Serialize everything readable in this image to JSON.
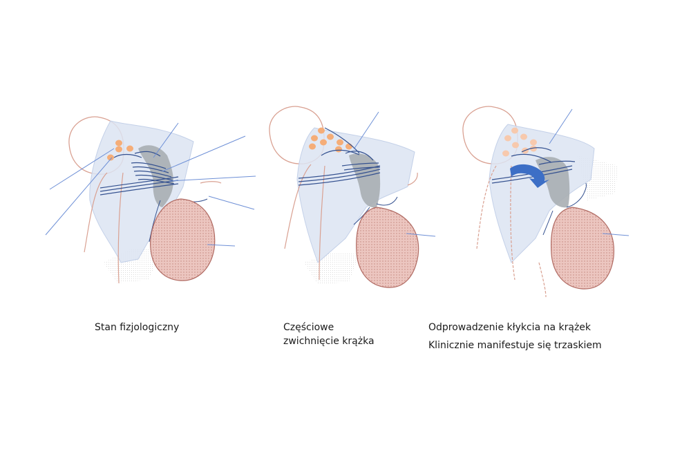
{
  "diagram": {
    "panels": [
      {
        "id": "physiological",
        "caption_lines": [
          "Stan fizjologiczny"
        ]
      },
      {
        "id": "partial-displacement",
        "caption_lines": [
          "Częściowe",
          "zwichnięcie krążka"
        ]
      },
      {
        "id": "condyle-reduction",
        "caption_lines": [
          "Odprowadzenie kłykcia na krążek",
          "Klinicznie manifestuje się trzaskiem"
        ]
      }
    ],
    "colors": {
      "outline": "#d9a091",
      "disc_fill": "#dce4f2",
      "disc_edge": "#b7c6e2",
      "ligament": "#33508f",
      "cartilage": "#a9aeb3",
      "dots": "#f5ad78",
      "dots_faded": "#f7c9ad",
      "condyle_fill": "#e7b6b0",
      "condyle_edge": "#b06a62",
      "pointer": "#6d8fd6",
      "arrow": "#3d6fc6"
    }
  }
}
